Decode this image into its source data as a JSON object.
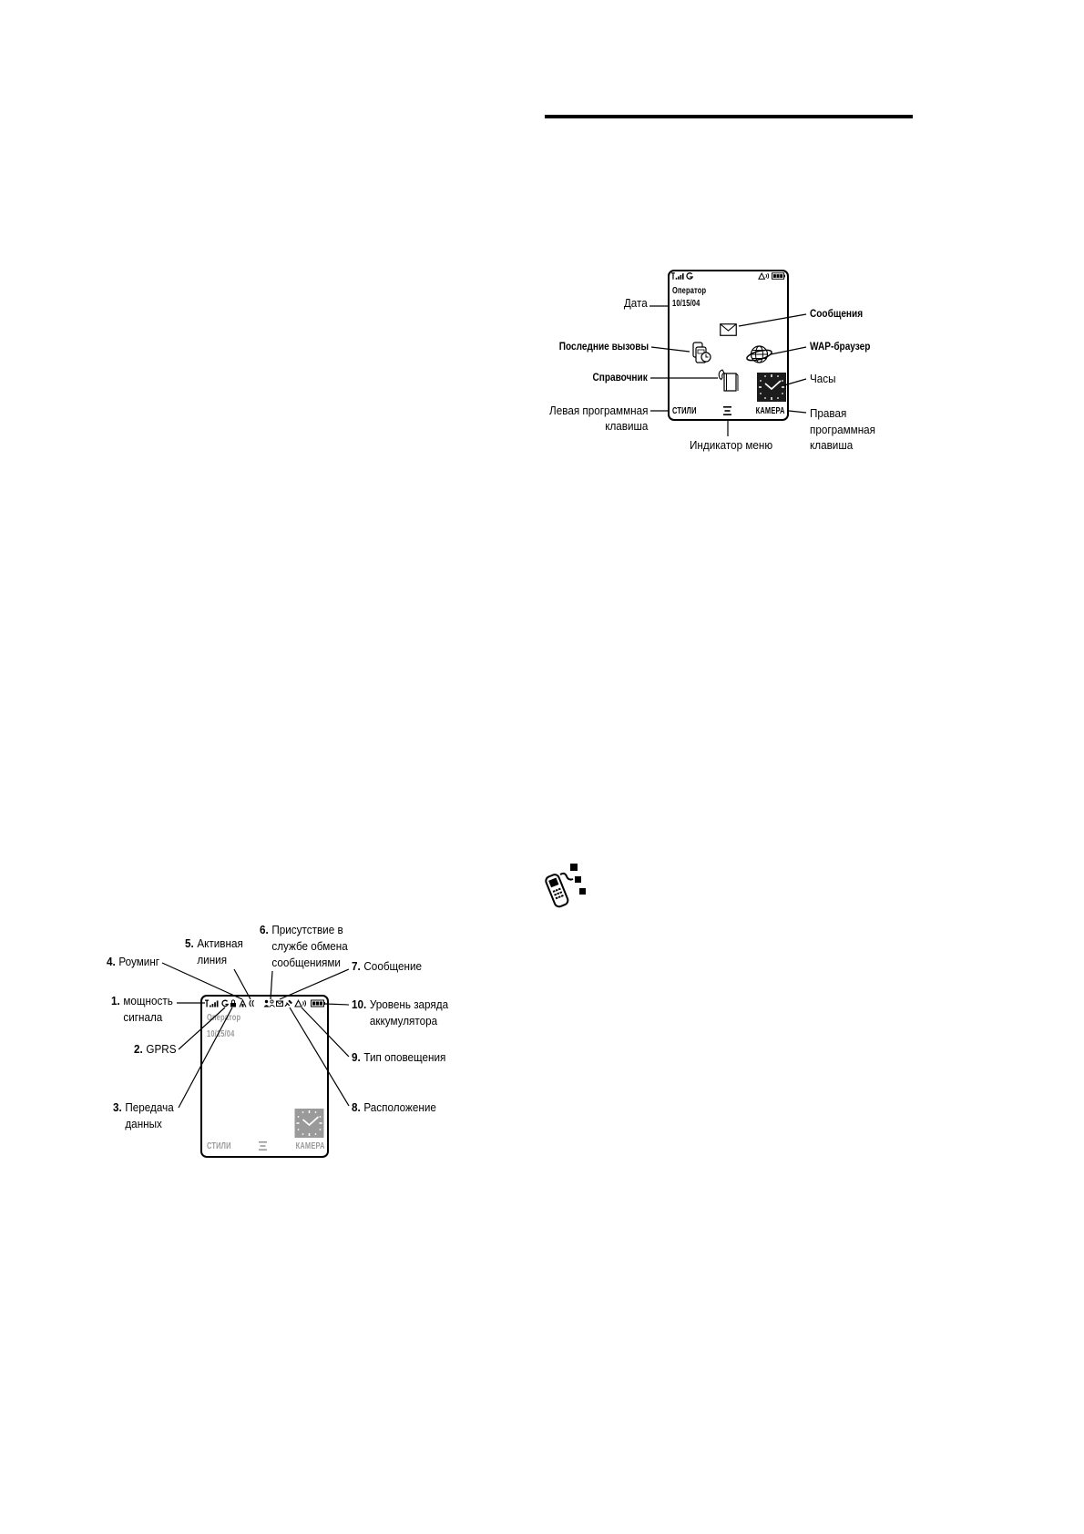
{
  "home_screen_diagram": {
    "screen": {
      "carrier": "Оператор",
      "date": "10/15/04",
      "left_soft_key": "СТИЛИ",
      "right_soft_key": "КАМЕРА",
      "status_icons": [
        "signal-strength-icon",
        "gprs-icon",
        "alert-type-icon",
        "battery-icon"
      ],
      "shortcut_icons": [
        "message-icon",
        "recent-calls-icon",
        "wap-browser-icon",
        "phonebook-icon",
        "clock-icon",
        "menu-indicator-icon"
      ]
    },
    "callouts": {
      "date": "Дата",
      "messages": "Сообщения",
      "recent_calls": "Последние вызовы",
      "wap_browser": "WAP-браузер",
      "phonebook": "Справочник",
      "clock": "Часы",
      "left_soft_key": [
        "Левая программная",
        "клавиша"
      ],
      "right_soft_key": [
        "Правая",
        "программная",
        "клавиша"
      ],
      "menu_indicator": "Индикатор меню"
    }
  },
  "status_indicators_diagram": {
    "screen": {
      "carrier": "Оператор",
      "date": "10/15/04",
      "left_soft_key": "СТИЛИ",
      "right_soft_key": "КАМЕРА",
      "status_icons": [
        "signal-strength-icon",
        "gprs-icon",
        "data-transfer-icon",
        "roaming-icon",
        "active-line-icon",
        "presence-icon",
        "message-icon",
        "location-icon",
        "alert-type-icon",
        "battery-icon"
      ]
    },
    "callouts": [
      {
        "number": "1.",
        "lines": [
          "мощность",
          "сигнала"
        ]
      },
      {
        "number": "2.",
        "lines": [
          "GPRS"
        ]
      },
      {
        "number": "3.",
        "lines": [
          "Передача",
          "данных"
        ]
      },
      {
        "number": "4.",
        "lines": [
          "Роуминг"
        ]
      },
      {
        "number": "5.",
        "lines": [
          "Активная",
          "линия"
        ]
      },
      {
        "number": "6.",
        "lines": [
          "Присутствие в",
          "службе обмена",
          "сообщениями"
        ]
      },
      {
        "number": "7.",
        "lines": [
          "Сообщение"
        ]
      },
      {
        "number": "8.",
        "lines": [
          "Расположение"
        ]
      },
      {
        "number": "9.",
        "lines": [
          "Тип оповещения"
        ]
      },
      {
        "number": "10.",
        "lines": [
          "Уровень заряда",
          "аккумулятора"
        ]
      }
    ]
  },
  "side_icon": "phone-tip-icon",
  "colors": {
    "ink": "#000000",
    "dimmed_screen_text": "#9a9a9a",
    "clock_face": "#1c1c1c"
  }
}
